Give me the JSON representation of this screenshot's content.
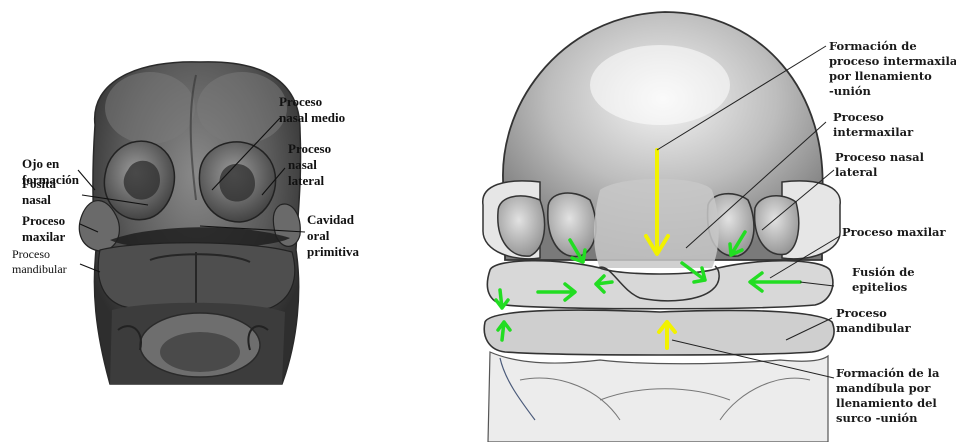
{
  "left_panel": {
    "labels": {
      "ojo": [
        "Ojo en",
        "formación"
      ],
      "fosita": [
        "Fosita",
        "nasal"
      ],
      "proceso_maxilar": [
        "Proceso",
        "maxilar"
      ],
      "proceso_mandibular": [
        "Proceso",
        "mandibular"
      ],
      "nasal_medio": [
        "Proceso",
        "nasal medio"
      ],
      "nasal_lateral": [
        "Proceso",
        "nasal",
        "lateral"
      ],
      "cavidad": [
        "Cavidad",
        "oral",
        "primitiva"
      ]
    }
  },
  "right_panel": {
    "labels": {
      "intermaxilar_formacion": [
        "Formación de",
        "proceso intermaxilar",
        "por llenamiento",
        "-unión"
      ],
      "proceso_intermaxilar": [
        "Proceso",
        "intermaxilar"
      ],
      "nasal_lateral": [
        "Proceso nasal",
        "lateral"
      ],
      "proceso_maxilar": [
        "Proceso maxilar"
      ],
      "fusion": [
        "Fusión de",
        "epitelios"
      ],
      "proceso_mandibular": [
        "Proceso",
        "mandibular"
      ],
      "mandibula_formacion": [
        "Formación de la",
        "mandíbula por",
        "llenamiento del",
        "surco -unión"
      ]
    },
    "colors": {
      "arrow_green": "#22dd22",
      "arrow_yellow": "#f2f200"
    }
  }
}
